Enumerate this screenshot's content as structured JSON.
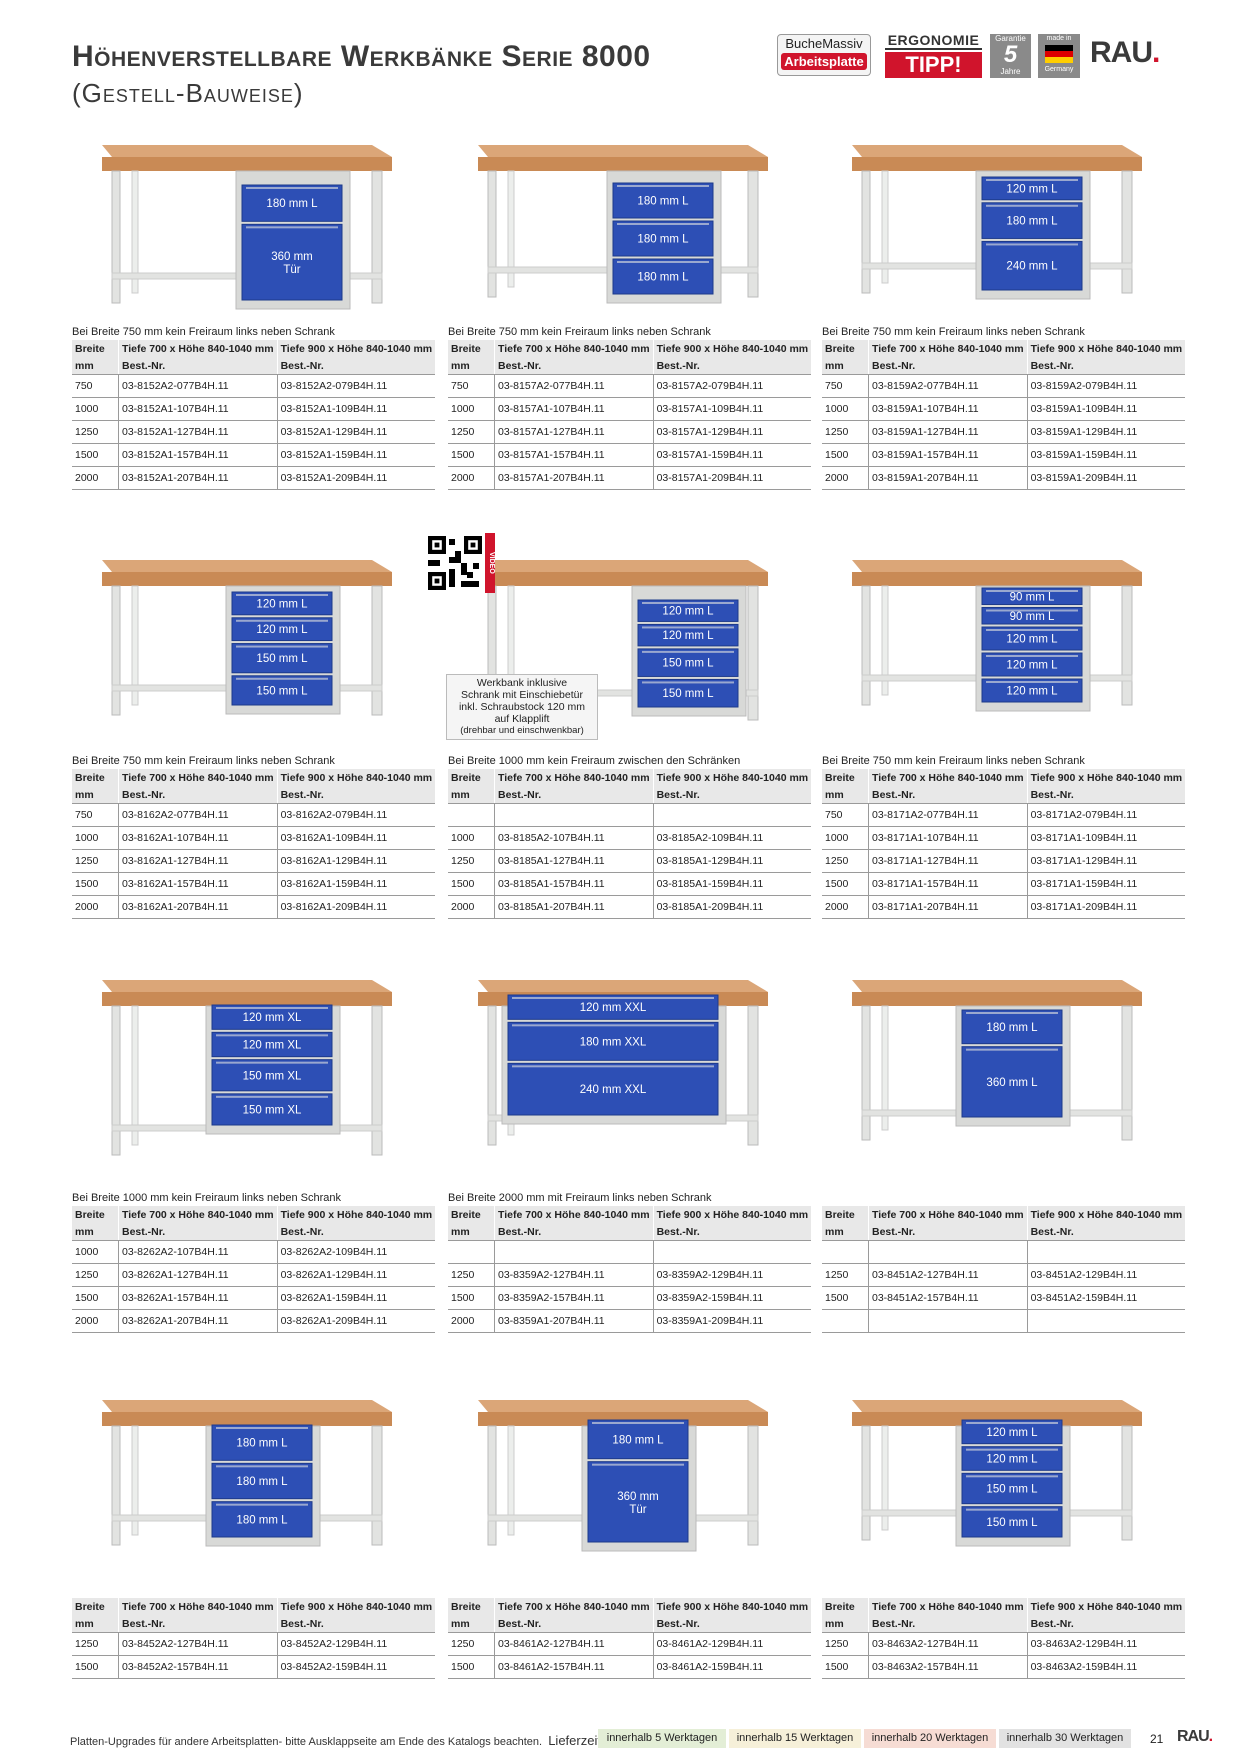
{
  "header": {
    "title": "Höhenverstellbare Werkbänke Serie 8000",
    "subtitle": "(Gestell-Bauweise)",
    "badge_buche_line1": "BucheMassiv",
    "badge_buche_line2": "Arbeitsplatte",
    "badge_ergo_line1": "ERGONOMIE",
    "badge_ergo_line2": "TIPP!",
    "badge_garantie_label": "Garantie",
    "badge_garantie_num": "5",
    "badge_garantie_unit": "Jahre",
    "badge_made_line1": "made in",
    "badge_made_line2": "Germany",
    "logo": "RAU",
    "logo_dot": "."
  },
  "colors": {
    "drawer": "#2d4fb5",
    "frame": "#e2e3e1",
    "wood": "#c98a55",
    "accent": "#d0142c"
  },
  "col_headers": {
    "breite": "Breite",
    "mm": "mm",
    "t700": "Tiefe 700 x Höhe 840-1040 mm",
    "t900": "Tiefe 900 x Höhe 840-1040 mm",
    "bestnr": "Best.-Nr."
  },
  "products": [
    {
      "note": "Bei Breite 750 mm kein Freiraum links neben Schrank",
      "drawers": [
        "180 mm L",
        "360 mm",
        "Tür"
      ],
      "rows": [
        [
          "750",
          "03-8152A2-077B4H.11",
          "03-8152A2-079B4H.11"
        ],
        [
          "1000",
          "03-8152A1-107B4H.11",
          "03-8152A1-109B4H.11"
        ],
        [
          "1250",
          "03-8152A1-127B4H.11",
          "03-8152A1-129B4H.11"
        ],
        [
          "1500",
          "03-8152A1-157B4H.11",
          "03-8152A1-159B4H.11"
        ],
        [
          "2000",
          "03-8152A1-207B4H.11",
          "03-8152A1-209B4H.11"
        ]
      ]
    },
    {
      "note": "Bei Breite 750 mm kein Freiraum links neben Schrank",
      "drawers": [
        "180 mm L",
        "180 mm L",
        "180 mm L"
      ],
      "rows": [
        [
          "750",
          "03-8157A2-077B4H.11",
          "03-8157A2-079B4H.11"
        ],
        [
          "1000",
          "03-8157A1-107B4H.11",
          "03-8157A1-109B4H.11"
        ],
        [
          "1250",
          "03-8157A1-127B4H.11",
          "03-8157A1-129B4H.11"
        ],
        [
          "1500",
          "03-8157A1-157B4H.11",
          "03-8157A1-159B4H.11"
        ],
        [
          "2000",
          "03-8157A1-207B4H.11",
          "03-8157A1-209B4H.11"
        ]
      ]
    },
    {
      "note": "Bei Breite 750 mm kein Freiraum links neben Schrank",
      "drawers": [
        "120 mm L",
        "180 mm L",
        "240 mm L"
      ],
      "rows": [
        [
          "750",
          "03-8159A2-077B4H.11",
          "03-8159A2-079B4H.11"
        ],
        [
          "1000",
          "03-8159A1-107B4H.11",
          "03-8159A1-109B4H.11"
        ],
        [
          "1250",
          "03-8159A1-127B4H.11",
          "03-8159A1-129B4H.11"
        ],
        [
          "1500",
          "03-8159A1-157B4H.11",
          "03-8159A1-159B4H.11"
        ],
        [
          "2000",
          "03-8159A1-207B4H.11",
          "03-8159A1-209B4H.11"
        ]
      ]
    },
    {
      "note": "Bei Breite 750 mm kein Freiraum links neben Schrank",
      "drawers": [
        "120 mm L",
        "120 mm L",
        "150 mm L",
        "150 mm L"
      ],
      "rows": [
        [
          "750",
          "03-8162A2-077B4H.11",
          "03-8162A2-079B4H.11"
        ],
        [
          "1000",
          "03-8162A1-107B4H.11",
          "03-8162A1-109B4H.11"
        ],
        [
          "1250",
          "03-8162A1-127B4H.11",
          "03-8162A1-129B4H.11"
        ],
        [
          "1500",
          "03-8162A1-157B4H.11",
          "03-8162A1-159B4H.11"
        ],
        [
          "2000",
          "03-8162A1-207B4H.11",
          "03-8162A1-209B4H.11"
        ]
      ]
    },
    {
      "note": "Bei Breite 1000 mm kein Freiraum zwischen den Schränken",
      "drawers": [
        "120 mm L",
        "120 mm L",
        "150 mm L",
        "150 mm L"
      ],
      "callout": [
        "Werkbank inklusive",
        "Schrank mit Einschiebetür",
        "inkl. Schraubstock 120 mm",
        "auf Klapplift",
        "(drehbar und einschwenkbar)"
      ],
      "video_label": "VIDEO",
      "rows": [
        [
          "",
          "",
          ""
        ],
        [
          "1000",
          "03-8185A2-107B4H.11",
          "03-8185A2-109B4H.11"
        ],
        [
          "1250",
          "03-8185A1-127B4H.11",
          "03-8185A1-129B4H.11"
        ],
        [
          "1500",
          "03-8185A1-157B4H.11",
          "03-8185A1-159B4H.11"
        ],
        [
          "2000",
          "03-8185A1-207B4H.11",
          "03-8185A1-209B4H.11"
        ]
      ]
    },
    {
      "note": "Bei Breite 750 mm kein Freiraum links neben Schrank",
      "drawers": [
        "90 mm L",
        "90 mm L",
        "120 mm L",
        "120 mm L",
        "120 mm L"
      ],
      "rows": [
        [
          "750",
          "03-8171A2-077B4H.11",
          "03-8171A2-079B4H.11"
        ],
        [
          "1000",
          "03-8171A1-107B4H.11",
          "03-8171A1-109B4H.11"
        ],
        [
          "1250",
          "03-8171A1-127B4H.11",
          "03-8171A1-129B4H.11"
        ],
        [
          "1500",
          "03-8171A1-157B4H.11",
          "03-8171A1-159B4H.11"
        ],
        [
          "2000",
          "03-8171A1-207B4H.11",
          "03-8171A1-209B4H.11"
        ]
      ]
    },
    {
      "note": "Bei Breite 1000 mm kein Freiraum links neben Schrank",
      "drawers": [
        "120 mm XL",
        "120 mm XL",
        "150 mm XL",
        "150 mm XL"
      ],
      "rows": [
        [
          "1000",
          "03-8262A2-107B4H.11",
          "03-8262A2-109B4H.11"
        ],
        [
          "1250",
          "03-8262A1-127B4H.11",
          "03-8262A1-129B4H.11"
        ],
        [
          "1500",
          "03-8262A1-157B4H.11",
          "03-8262A1-159B4H.11"
        ],
        [
          "2000",
          "03-8262A1-207B4H.11",
          "03-8262A1-209B4H.11"
        ]
      ]
    },
    {
      "note": "Bei Breite 2000 mm mit Freiraum links neben Schrank",
      "drawers": [
        "120 mm XXL",
        "180 mm XXL",
        "240 mm XXL"
      ],
      "rows": [
        [
          "",
          "",
          ""
        ],
        [
          "1250",
          "03-8359A2-127B4H.11",
          "03-8359A2-129B4H.11"
        ],
        [
          "1500",
          "03-8359A2-157B4H.11",
          "03-8359A2-159B4H.11"
        ],
        [
          "2000",
          "03-8359A1-207B4H.11",
          "03-8359A1-209B4H.11"
        ]
      ]
    },
    {
      "note": "",
      "drawers": [
        "180 mm L",
        "360 mm L"
      ],
      "rows": [
        [
          "",
          "",
          ""
        ],
        [
          "1250",
          "03-8451A2-127B4H.11",
          "03-8451A2-129B4H.11"
        ],
        [
          "1500",
          "03-8451A2-157B4H.11",
          "03-8451A2-159B4H.11"
        ],
        [
          "",
          "",
          ""
        ]
      ]
    },
    {
      "note": "",
      "drawers": [
        "180 mm L",
        "180 mm L",
        "180 mm L"
      ],
      "rows": [
        [
          "1250",
          "03-8452A2-127B4H.11",
          "03-8452A2-129B4H.11"
        ],
        [
          "1500",
          "03-8452A2-157B4H.11",
          "03-8452A2-159B4H.11"
        ]
      ]
    },
    {
      "note": "",
      "drawers": [
        "180 mm L",
        "360 mm",
        "Tür"
      ],
      "rows": [
        [
          "1250",
          "03-8461A2-127B4H.11",
          "03-8461A2-129B4H.11"
        ],
        [
          "1500",
          "03-8461A2-157B4H.11",
          "03-8461A2-159B4H.11"
        ]
      ]
    },
    {
      "note": "",
      "drawers": [
        "120 mm L",
        "120 mm L",
        "150 mm L",
        "150 mm L"
      ],
      "rows": [
        [
          "1250",
          "03-8463A2-127B4H.11",
          "03-8463A2-129B4H.11"
        ],
        [
          "1500",
          "03-8463A2-157B4H.11",
          "03-8463A2-159B4H.11"
        ]
      ]
    }
  ],
  "footer": {
    "text": "Platten-Upgrades für andere Arbeitsplatten- bitte Ausklappseite am Ende des Katalogs beachten.",
    "lieferzeit": "Lieferzeit:",
    "lz": [
      {
        "label": "innerhalb 5 Werktagen",
        "color": "#e3eed6"
      },
      {
        "label": "innerhalb 15 Werktagen",
        "color": "#f6f0d9"
      },
      {
        "label": "innerhalb 20 Werktagen",
        "color": "#f6dcd4"
      },
      {
        "label": "innerhalb 30 Werktagen",
        "color": "#e2e2e2"
      }
    ],
    "page": "21",
    "logo": "RAU",
    "logo_dot": "."
  }
}
